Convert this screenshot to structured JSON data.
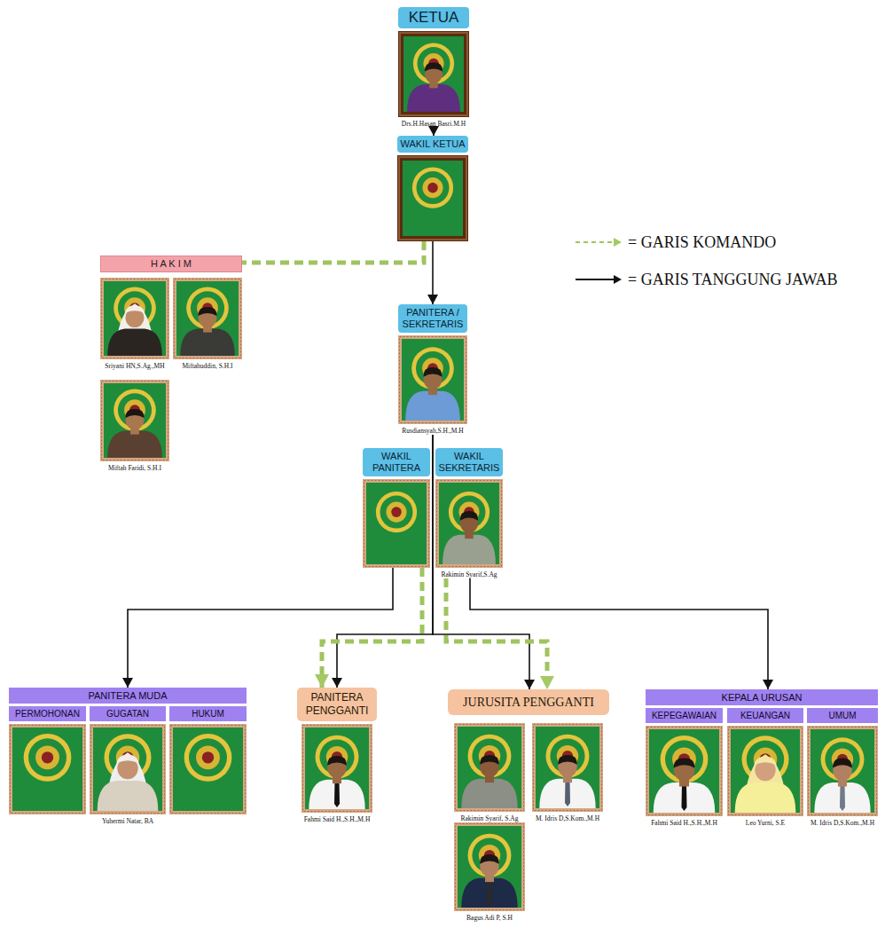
{
  "diagram": {
    "nodes": [
      {
        "text": [
          "KETUA",
          "Drs.H.Hasan Basri.M.H"
        ]
      },
      {
        "text": [
          "WAKIL KETUA"
        ]
      },
      {
        "text": [
          "H A K I M"
        ]
      },
      {
        "text": [
          "Sriyani HN,S.Ag.,MH"
        ],
        "in": 2
      },
      {
        "text": [
          "Miftahuddin, S.H.I"
        ],
        "in": 2
      },
      {
        "text": [
          "Miftah Faridi, S.H.I"
        ],
        "in": 2
      },
      {
        "text": [
          "PANITERA / SEKRETARIS",
          "Rusdiansyah,S.H.,M.H"
        ]
      },
      {
        "text": [
          "WAKIL PANITERA"
        ]
      },
      {
        "text": [
          "WAKIL SEKRETARIS",
          "Rakimin Syarif,S.Ag"
        ]
      },
      {
        "text": [
          "PANITERA MUDA"
        ]
      },
      {
        "text": [
          "PERMOHONAN"
        ],
        "in": 9
      },
      {
        "text": [
          "GUGATAN",
          "Yuhermi Natar, BA"
        ],
        "in": 9
      },
      {
        "text": [
          "HUKUM"
        ],
        "in": 9
      },
      {
        "text": [
          "PANITERA PENGGANTI",
          "Fahmi Said H.,S.H.,M.H"
        ]
      },
      {
        "text": [
          "JURUSITA PENGGANTI"
        ]
      },
      {
        "text": [
          "Rakimin Syarif, S.Ag"
        ],
        "in": 14
      },
      {
        "text": [
          "M. Idris D,S.Kom.,M.H"
        ],
        "in": 14
      },
      {
        "text": [
          "Bagus Adi P, S.H"
        ],
        "in": 14
      },
      {
        "text": [
          "KEPALA URUSAN"
        ]
      },
      {
        "text": [
          "KEPEGAWAIAN",
          "Fahmi Said H.,S.H.,M.H"
        ],
        "in": 18
      },
      {
        "text": [
          "KEUANGAN",
          "Leo Yurni, S.E"
        ],
        "in": 18
      },
      {
        "text": [
          "UMUM",
          "M. Idris D,S.Kom.,M.H"
        ],
        "in": 18
      }
    ],
    "edges": [
      {
        "from": 0,
        "to": 1,
        "arrow": "to"
      },
      {
        "from": 1,
        "to": 2,
        "arrow": "none"
      },
      {
        "from": 1,
        "to": 6,
        "arrow": "to"
      },
      {
        "from": 6,
        "to": 13,
        "arrow": "to"
      },
      {
        "from": 6,
        "to": 14,
        "arrow": "to"
      },
      {
        "from": 7,
        "to": 9,
        "arrow": "to"
      },
      {
        "from": 7,
        "to": 13,
        "arrow": "to"
      },
      {
        "from": 8,
        "to": 14,
        "arrow": "to"
      },
      {
        "from": 8,
        "to": 18,
        "arrow": "to"
      }
    ],
    "legend": [
      {
        "text": "= GARIS KOMANDO"
      },
      {
        "text": "= GARIS TANGGUNG JAWAB"
      }
    ]
  }
}
